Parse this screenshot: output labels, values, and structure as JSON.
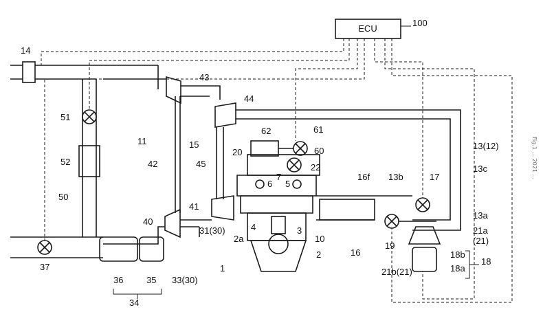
{
  "ecu": {
    "label": "ECU",
    "ref": "100"
  },
  "labels": {
    "l14": "14",
    "l43": "43",
    "l44": "44",
    "l51": "51",
    "l52": "52",
    "l11": "11",
    "l15": "15",
    "l42": "42",
    "l45": "45",
    "l50": "50",
    "l62": "62",
    "l61": "61",
    "l60": "60",
    "l20": "20",
    "l22": "22",
    "l16f": "16f",
    "l13b": "13b",
    "l17": "17",
    "l1312": "13(12)",
    "l13c": "13c",
    "l13a": "13a",
    "l21a": "21a",
    "l21": "(21)",
    "l41": "41",
    "l40": "40",
    "l6": "6",
    "l7": "7",
    "l5": "5",
    "l4": "4",
    "l3": "3",
    "l2a": "2a",
    "l2": "2",
    "l10": "10",
    "l3130": "31(30)",
    "l16": "16",
    "l19": "19",
    "l21b": "21b(21)",
    "l18b": "18b",
    "l18a": "18a",
    "l18": "18",
    "l37": "37",
    "l36": "36",
    "l35": "35",
    "l34": "34",
    "l3330": "33(30)",
    "l1": "1"
  },
  "side_text": "Fig.1 ... 2021 ...",
  "colors": {
    "line": "#1a1a1a",
    "background": "#ffffff"
  }
}
